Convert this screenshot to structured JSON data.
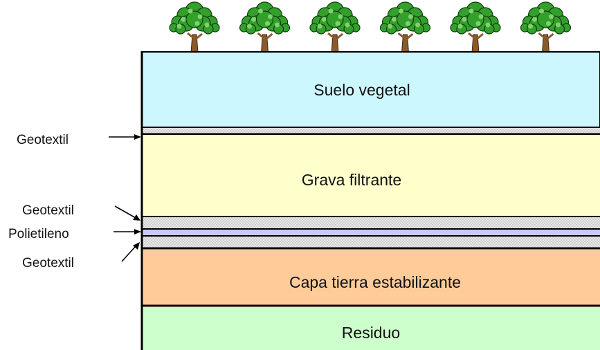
{
  "layers": {
    "topsoil": {
      "label": "Suelo vegetal",
      "color": "#ccf7ff"
    },
    "gravel": {
      "label": "Grava filtrante",
      "color": "#ffffcc"
    },
    "stabilizing_soil": {
      "label": "Capa tierra estabilizante",
      "color": "#ffcc99"
    },
    "waste": {
      "label": "Residuo",
      "color": "#ccffcc"
    },
    "geotextile_color": "#e6e6e6",
    "polyethylene_color": "#c9c9ff"
  },
  "side_labels": {
    "geotextil_top": "Geotextil",
    "geotextil_middle": "Geotextil",
    "polietileno": "Polietileno",
    "geotextil_bottom": "Geotextil"
  },
  "trees": {
    "count": 6,
    "foliage_color": "#33a02c",
    "trunk_color": "#8b5a2b"
  }
}
